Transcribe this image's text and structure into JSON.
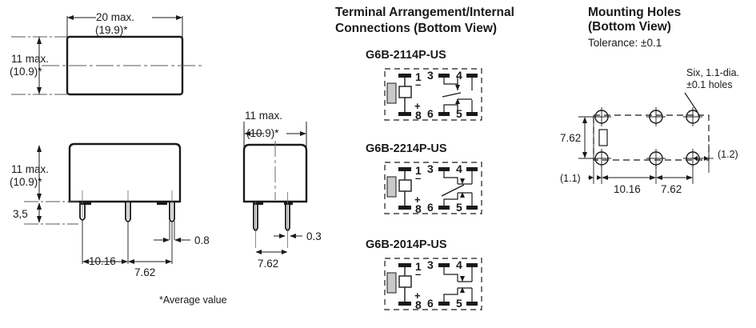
{
  "page": {
    "background": "#ffffff",
    "line_color": "#1a1a1a",
    "fill_color": "#c9c9c9"
  },
  "outline_views": {
    "top_view": {
      "width_dim": "20 max.",
      "width_avg": "(19.9)*",
      "height_dim": "11 max.",
      "height_avg": "(10.9)*"
    },
    "front_view": {
      "height_dim": "11 max.",
      "height_avg": "(10.9)*",
      "pin_length": "3,5",
      "pin_thickness": "0.8",
      "pitch_1": "10.16",
      "pitch_2": "7.62"
    },
    "side_view": {
      "width_dim": "11 max.",
      "width_avg": "(10.9)*",
      "pin_thickness": "0.3",
      "pitch": "7.62"
    },
    "footnote": "*Average value"
  },
  "terminal_section": {
    "title_line1": "Terminal Arrangement/Internal",
    "title_line2": "Connections (Bottom View)",
    "diagrams": [
      {
        "model": "G6B-2114P-US",
        "contact_type": "spdt-transfer",
        "coil": {
          "pin_top": "1",
          "pin_top_sign": "–",
          "pin_bottom": "8",
          "pin_bottom_sign": "+"
        },
        "contacts": {
          "top_left": "3",
          "top_right": "4",
          "bottom_left": "6",
          "bottom_right": "5"
        }
      },
      {
        "model": "G6B-2214P-US",
        "contact_type": "crossed-transfer",
        "coil": {
          "pin_top": "1",
          "pin_top_sign": "–",
          "pin_bottom": "8",
          "pin_bottom_sign": "+"
        },
        "contacts": {
          "top_left": "3",
          "top_right": "4",
          "bottom_left": "6",
          "bottom_right": "5"
        }
      },
      {
        "model": "G6B-2014P-US",
        "contact_type": "normally-open",
        "coil": {
          "pin_top": "1",
          "pin_top_sign": "–",
          "pin_bottom": "8",
          "pin_bottom_sign": "+"
        },
        "contacts": {
          "top_left": "3",
          "top_right": "4",
          "bottom_left": "6",
          "bottom_right": "5"
        }
      }
    ]
  },
  "mounting_section": {
    "title_line1": "Mounting Holes",
    "title_line2": "(Bottom View)",
    "tolerance": "Tolerance: ±0.1",
    "callout_line1": "Six, 1.1-dia.",
    "callout_line2": "±0.1 holes",
    "dim_row_pitch": "7.62",
    "dim_col_1": "10.16",
    "dim_col_2": "7.62",
    "dim_edge_left": "(1.1)",
    "dim_edge_right": "(1.2)",
    "hole_count": 6
  }
}
